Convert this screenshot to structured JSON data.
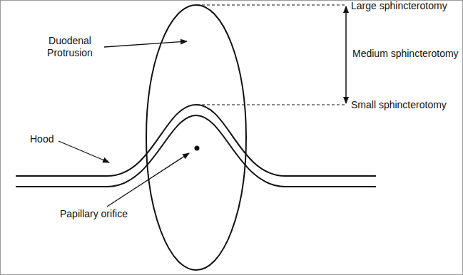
{
  "diagram": {
    "labels": [
      "Large sphincterotomy",
      "Duodenal Protrusion",
      "Medium sphincterotomy",
      "Small sphincterotomy",
      "Hood",
      "Papillary orifice"
    ]
  }
}
